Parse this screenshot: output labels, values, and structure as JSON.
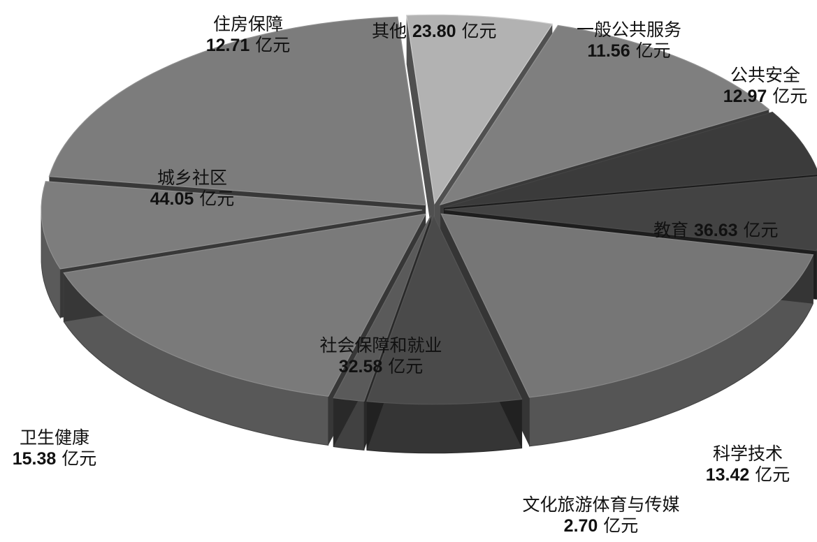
{
  "chart_data": {
    "type": "pie",
    "style": "exploded-3d",
    "unit": "亿元",
    "slices": [
      {
        "name": "其他",
        "value": 23.8,
        "value_text": "23.80",
        "color": "#7f7f7f"
      },
      {
        "name": "一般公共服务",
        "value": 11.56,
        "value_text": "11.56",
        "color": "#3b3b3b"
      },
      {
        "name": "公共安全",
        "value": 12.97,
        "value_text": "12.97",
        "color": "#434343"
      },
      {
        "name": "教育",
        "value": 36.63,
        "value_text": "36.63",
        "color": "#767676"
      },
      {
        "name": "科学技术",
        "value": 13.42,
        "value_text": "13.42",
        "color": "#4a4a4a"
      },
      {
        "name": "文化旅游体育与传媒",
        "value": 2.7,
        "value_text": "2.70",
        "color": "#5a5a5a"
      },
      {
        "name": "社会保障和就业",
        "value": 32.58,
        "value_text": "32.58",
        "color": "#7a7a7a"
      },
      {
        "name": "卫生健康",
        "value": 15.38,
        "value_text": "15.38",
        "color": "#7d7d7d"
      },
      {
        "name": "城乡社区",
        "value": 44.05,
        "value_text": "44.05",
        "color": "#7c7c7c"
      },
      {
        "name": "住房保障",
        "value": 12.71,
        "value_text": "12.71",
        "color": "#b2b2b2"
      }
    ]
  }
}
